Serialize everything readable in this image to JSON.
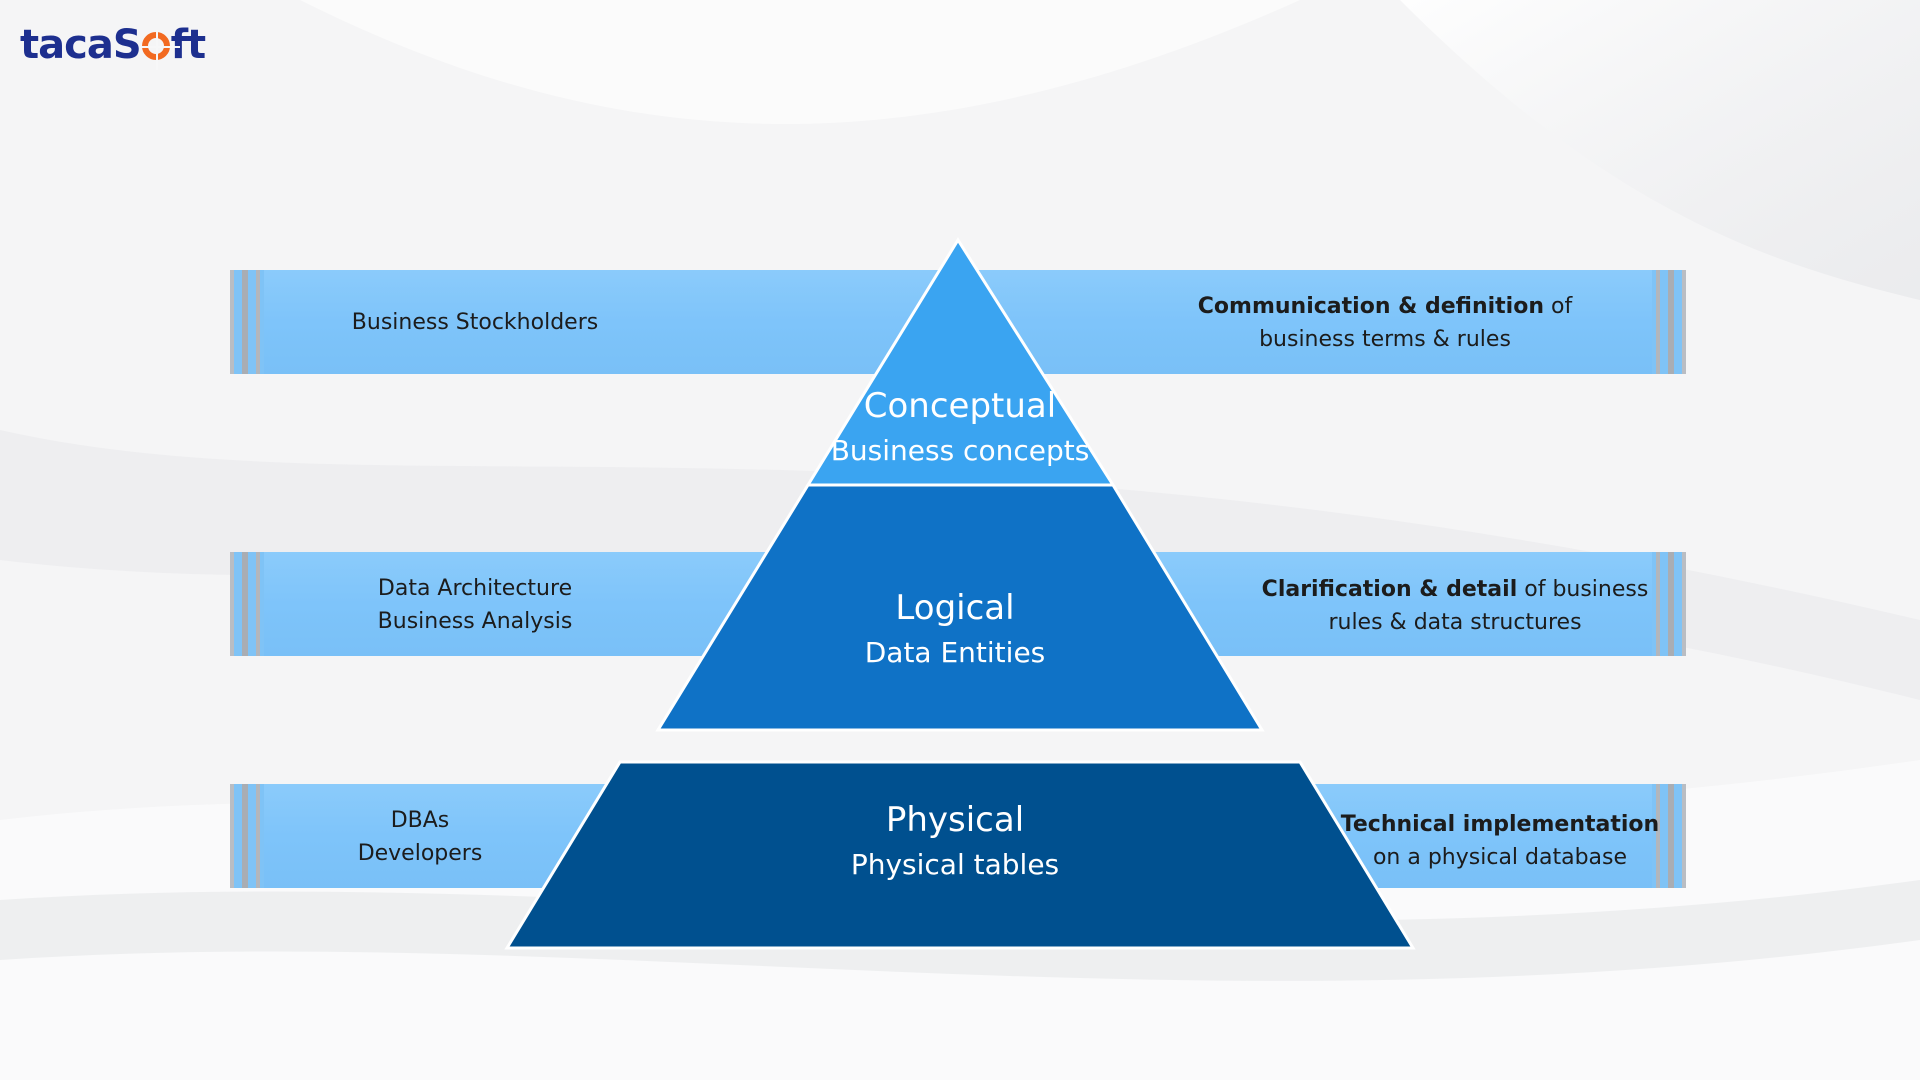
{
  "brand": {
    "logo_left": "taca",
    "logo_right": "ft",
    "logo_o_icon": "crosshair-o-icon"
  },
  "colors": {
    "band": "#7ec4fa",
    "conceptual": "#3aa4f1",
    "logical": "#0f72c6",
    "physical": "#00508f",
    "logo_blue": "#1d2f8f",
    "logo_orange": "#f26a21"
  },
  "tiers": [
    {
      "id": "conceptual",
      "title": "Conceptual",
      "subtitle": "Business concepts"
    },
    {
      "id": "logical",
      "title": "Logical",
      "subtitle": "Data Entities"
    },
    {
      "id": "physical",
      "title": "Physical",
      "subtitle": "Physical tables"
    }
  ],
  "rows": [
    {
      "left": [
        "Business Stockholders"
      ],
      "right_bold": "Communication & definition",
      "right_rest_1": " of",
      "right_line_2": "business terms & rules"
    },
    {
      "left": [
        "Data Architecture",
        "Business Analysis"
      ],
      "right_bold": "Clarification & detail",
      "right_rest_1": " of business",
      "right_line_2": "rules & data structures"
    },
    {
      "left": [
        "DBAs",
        "Developers"
      ],
      "right_bold": "Technical implementation",
      "right_rest_1": "",
      "right_line_2": "on a physical database"
    }
  ]
}
